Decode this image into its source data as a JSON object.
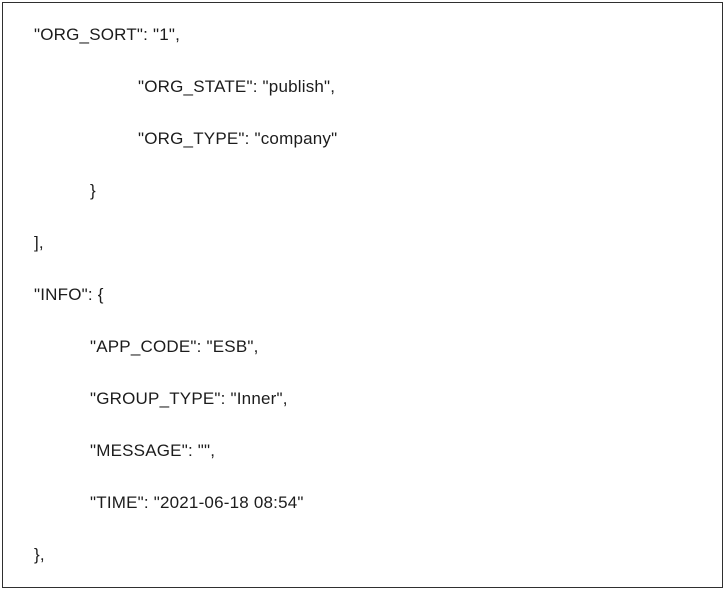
{
  "document": {
    "kind": "json-snippet",
    "background_color": "#ffffff",
    "border_color": "#2f2f2f",
    "text_color": "#1c1c1c",
    "lines": [
      {
        "text": "\"ORG_SORT\": \"1\",",
        "indent": 1
      },
      {
        "text": "\"ORG_STATE\": \"publish\",",
        "indent": 3
      },
      {
        "text": "\"ORG_TYPE\": \"company\"",
        "indent": 3
      },
      {
        "text": "}",
        "indent": 2
      },
      {
        "text": "],",
        "indent": 1
      },
      {
        "text": "\"INFO\": {",
        "indent": 1
      },
      {
        "text": "\"APP_CODE\": \"ESB\",",
        "indent": 2
      },
      {
        "text": "\"GROUP_TYPE\": \"Inner\",",
        "indent": 2
      },
      {
        "text": "\"MESSAGE\": \"\",",
        "indent": 2
      },
      {
        "text": "\"TIME\": \"2021-06-18 08:54\"",
        "indent": 2
      },
      {
        "text": "},",
        "indent": 1
      }
    ]
  }
}
